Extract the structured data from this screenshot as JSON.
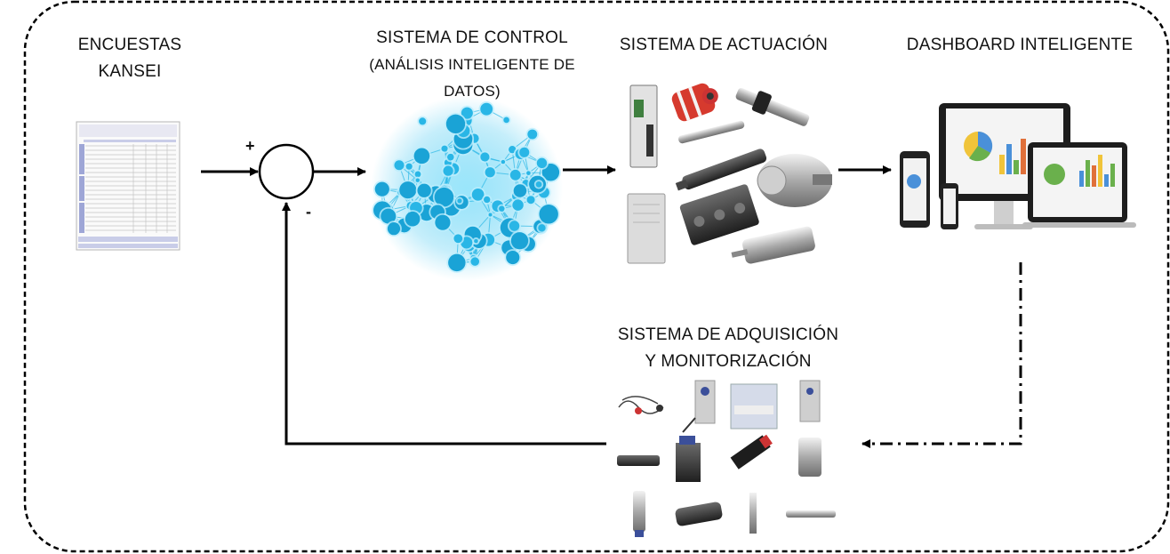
{
  "blocks": {
    "surveys": {
      "line1": "ENCUESTAS",
      "line2": "KANSEI"
    },
    "control": {
      "line1": "SISTEMA DE CONTROL",
      "line2": "(ANÁLISIS INTELIGENTE DE",
      "line3": "DATOS)"
    },
    "actuation": {
      "line1": "SISTEMA DE ACTUACIÓN"
    },
    "dashboard": {
      "line1": "DASHBOARD INTELIGENTE"
    },
    "acquisition": {
      "line1": "SISTEMA DE ADQUISICIÓN",
      "line2": "Y MONITORIZACIÓN"
    }
  },
  "summing_junction": {
    "plus": "+",
    "minus": "-"
  },
  "icons": {
    "survey": "survey-form-icon",
    "network": "neural-network-icon",
    "actuators": "actuator-devices-icon",
    "dashboard": "dashboard-screens-icon",
    "sensors": "sensor-devices-icon"
  },
  "colors": {
    "stroke": "#000000",
    "network": "#29b6e6",
    "network_glow": "#6fd6f5",
    "form_header": "#c9cde8"
  }
}
